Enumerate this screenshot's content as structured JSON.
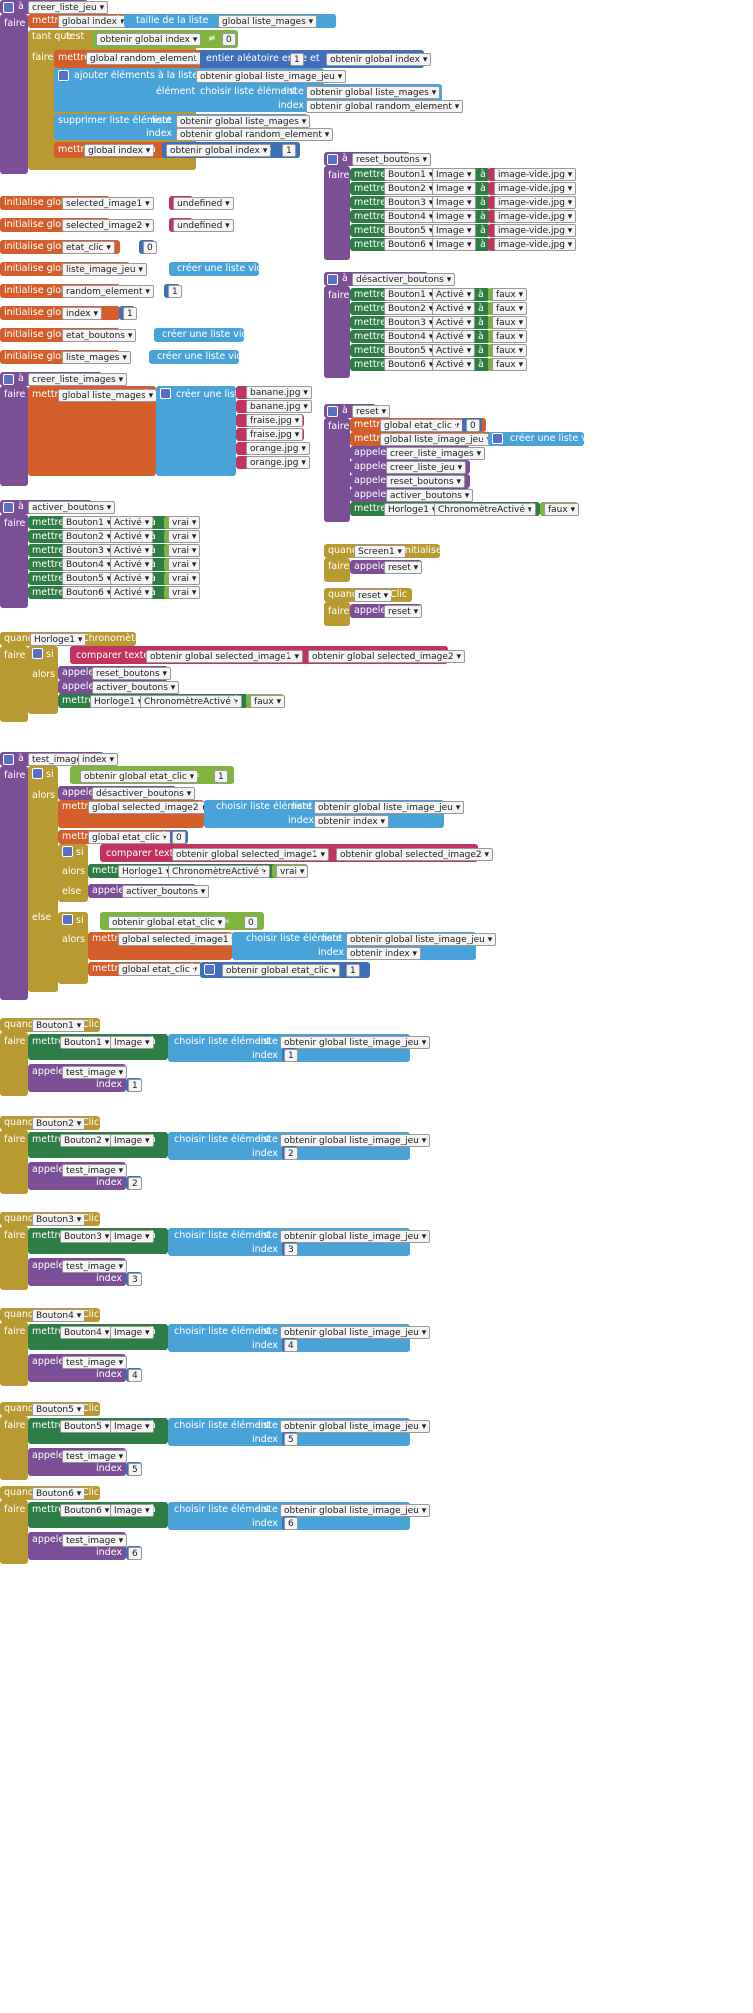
{
  "t": {
    "a": "à",
    "faire": "faire",
    "quand": "quand",
    "mettre": "mettre",
    "obtenir": "obtenir",
    "tant_que": "tant que",
    "test": "test",
    "si": "si",
    "alors": "alors",
    "else": "else",
    "appeler": "appeler",
    "index": "index",
    "liste": "liste",
    "element": "élément",
    "ig": "initialise global",
    "taille": "taille de la liste",
    "liste_w": "liste",
    "entier": "entier aléatoire entre",
    "et": "et",
    "ajouter": "ajouter éléments à la liste",
    "choisir": "choisir liste élément",
    "supprimer": "supprimer liste élément",
    "creer_vide": "créer une liste vide",
    "creer_liste": "créer une liste",
    "comparer": "comparer textes",
    "ne": "≠",
    "eq": "=",
    "minus": "-",
    "plus": "+",
    "vrai": "vrai",
    "faux": "faux",
    "clic": "Clic",
    "initialise": "Initialise",
    "chrono": "Chronomètre",
    "chrono_active": "ChronomètreActivé",
    "image": "Image",
    "active": "Activé"
  },
  "names": {
    "creer_liste_jeu": "creer_liste_jeu",
    "reset_boutons": "reset_boutons",
    "desactiver_boutons": "désactiver_boutons",
    "creer_liste_images": "creer_liste_images",
    "reset": "reset",
    "activer_boutons": "activer_boutons",
    "test_image": "test_image",
    "index_param": "index",
    "screen1": "Screen1",
    "horloge1": "Horloge1"
  },
  "vars": {
    "global_index": "global index",
    "global_liste_mages": "global liste_mages",
    "global_random_element": "global random_element",
    "global_liste_image_jeu": "global liste_image_jeu",
    "global_etat_clic": "global etat_clic",
    "global_selected_image1": "global selected_image1",
    "global_selected_image2": "global selected_image2",
    "index": "index",
    "selected_image1": "selected_image1",
    "selected_image2": "selected_image2",
    "etat_clic": "etat_clic",
    "liste_image_jeu": "liste_image_jeu",
    "random_element": "random_element",
    "index_var": "index",
    "etat_boutons": "etat_boutons",
    "liste_mages": "liste_mages"
  },
  "nums": {
    "zero": "0",
    "one": "1",
    "two": "2",
    "three": "3",
    "four": "4",
    "five": "5",
    "six": "6"
  },
  "fruits": [
    "banane.jpg",
    "banane.jpg",
    "fraise.jpg",
    "fraise.jpg",
    "orange.jpg",
    "orange.jpg"
  ],
  "boutons": [
    "Bouton1",
    "Bouton2",
    "Bouton3",
    "Bouton4",
    "Bouton5",
    "Bouton6"
  ],
  "image_vide": "image-vide.jpg",
  "empty_str": "\" \""
}
